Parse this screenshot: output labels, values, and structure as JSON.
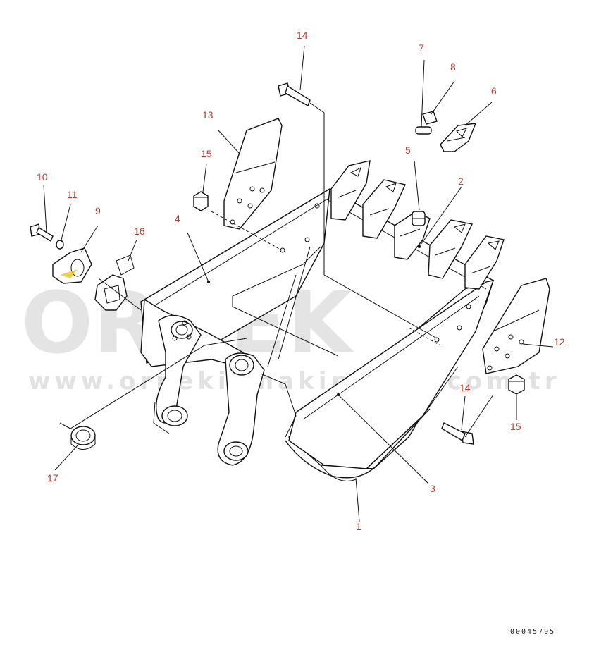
{
  "watermark": {
    "brand": "ORNEK",
    "url": "www.ornekismakinalari.com.tr"
  },
  "document_number": "00045795",
  "callouts": [
    {
      "id": "c1",
      "label": "1"
    },
    {
      "id": "c2",
      "label": "2"
    },
    {
      "id": "c3",
      "label": "3"
    },
    {
      "id": "c4",
      "label": "4"
    },
    {
      "id": "c5",
      "label": "5"
    },
    {
      "id": "c6",
      "label": "6"
    },
    {
      "id": "c7",
      "label": "7"
    },
    {
      "id": "c8",
      "label": "8"
    },
    {
      "id": "c9",
      "label": "9"
    },
    {
      "id": "c10",
      "label": "10"
    },
    {
      "id": "c11",
      "label": "11"
    },
    {
      "id": "c12",
      "label": "12"
    },
    {
      "id": "c13",
      "label": "13"
    },
    {
      "id": "c14a",
      "label": "14"
    },
    {
      "id": "c14b",
      "label": "14"
    },
    {
      "id": "c15a",
      "label": "15"
    },
    {
      "id": "c15b",
      "label": "15"
    },
    {
      "id": "c16",
      "label": "16"
    },
    {
      "id": "c17",
      "label": "17"
    }
  ],
  "colors": {
    "callout_text": "#c0392b",
    "line": "#111111",
    "watermark": "#cfcfcf",
    "accent_yellow": "#e8c51a"
  }
}
